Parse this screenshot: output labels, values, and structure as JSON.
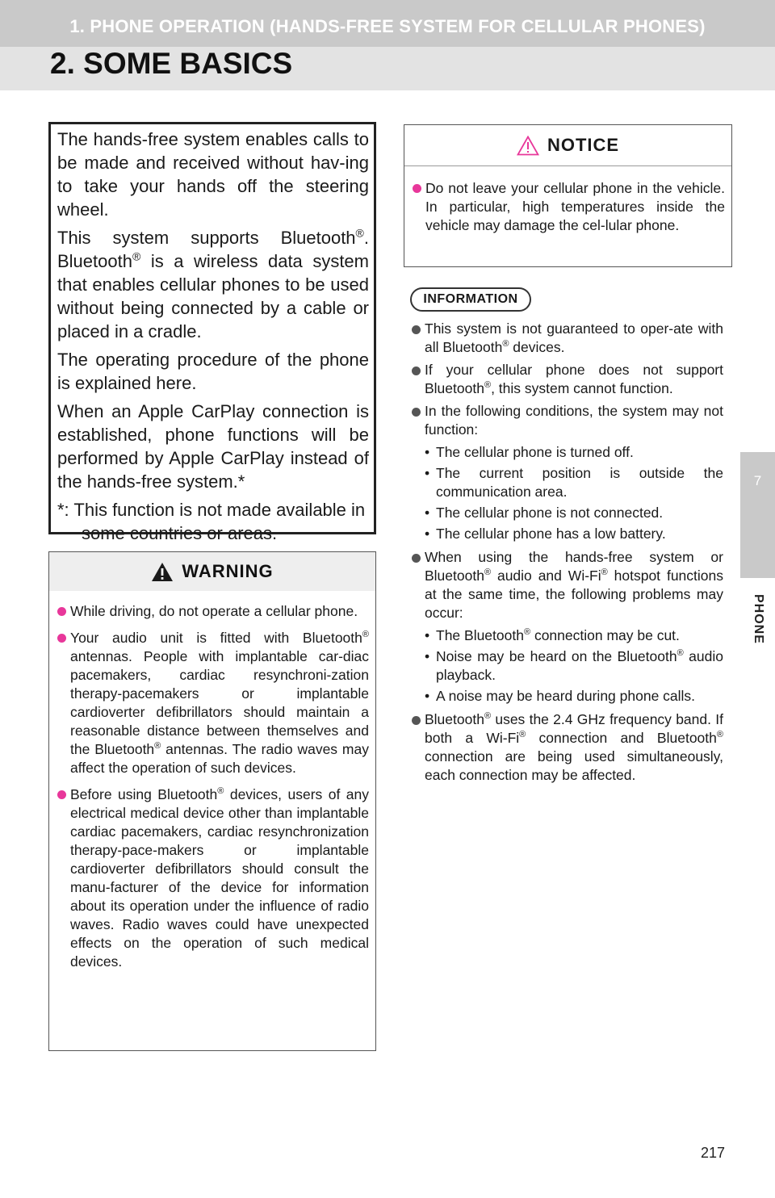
{
  "header": {
    "section_heading": "1. PHONE OPERATION (HANDS-FREE SYSTEM FOR CELLULAR PHONES)",
    "page_title": "2. SOME BASICS"
  },
  "side_tab": {
    "number": "7",
    "label": "PHONE"
  },
  "intro": {
    "p1": "The hands-free system enables calls to be made and received without hav-ing to take your hands off the steering wheel.",
    "p2_a": "This system supports Bluetooth",
    "p2_b": ". Bluetooth",
    "p2_c": " is a wireless data system that enables cellular phones to be used without being connected by a cable or placed in a cradle.",
    "p3": "The operating procedure of the phone is explained here.",
    "p4": "When an Apple CarPlay connection is established, phone functions will be performed by Apple CarPlay instead of the hands-free system.*",
    "footnote": "*: This function is not made available in some countries or areas."
  },
  "warning": {
    "title": "WARNING",
    "item1": "While driving, do not operate a cellular phone.",
    "item2_a": "Your audio unit is fitted with Bluetooth",
    "item2_b": " antennas. People with implantable car-diac pacemakers, cardiac resynchroni-zation therapy-pacemakers or implantable cardioverter defibrillators should maintain a reasonable distance between themselves and the Bluetooth",
    "item2_c": " antennas. The radio waves may affect the operation of such devices.",
    "item3_a": "Before using Bluetooth",
    "item3_b": " devices, users of any electrical medical device other than implantable cardiac pacemakers, cardiac resynchronization therapy-pace-makers or implantable cardioverter defibrillators should consult the manu-facturer of the device for information about its operation under the influence of radio waves. Radio waves could have unexpected effects on the operation of such medical devices."
  },
  "notice": {
    "title": "NOTICE",
    "item1": "Do not leave your cellular phone in the vehicle. In particular, high temperatures inside the vehicle may damage the cel-lular phone."
  },
  "information": {
    "title": "INFORMATION",
    "item1_a": "This system is not guaranteed to oper-ate with all Bluetooth",
    "item1_b": " devices.",
    "item2_a": "If your cellular phone does not support Bluetooth",
    "item2_b": ", this system cannot function.",
    "item3": "In the following conditions, the system may not function:",
    "item3_subs": [
      "The cellular phone is turned off.",
      "The current position is outside the communication area.",
      "The cellular phone is not connected.",
      "The cellular phone has a low battery."
    ],
    "item4_a": "When using the hands-free system or Bluetooth",
    "item4_b": " audio and Wi-Fi",
    "item4_c": " hotspot functions at the same time, the following problems may occur:",
    "item4_sub1_a": "The Bluetooth",
    "item4_sub1_b": " connection may be cut.",
    "item4_sub2_a": "Noise may be heard on the Bluetooth",
    "item4_sub2_b": " audio playback.",
    "item4_sub3": "A noise may be heard during phone calls.",
    "item5_a": "Bluetooth",
    "item5_b": " uses the 2.4 GHz frequency band. If both a Wi-Fi",
    "item5_c": " connection and Bluetooth",
    "item5_d": " connection are being used simultaneously, each connection may be affected."
  },
  "symbols": {
    "registered": "®",
    "sub_bullet": "•"
  },
  "page_number": "217"
}
